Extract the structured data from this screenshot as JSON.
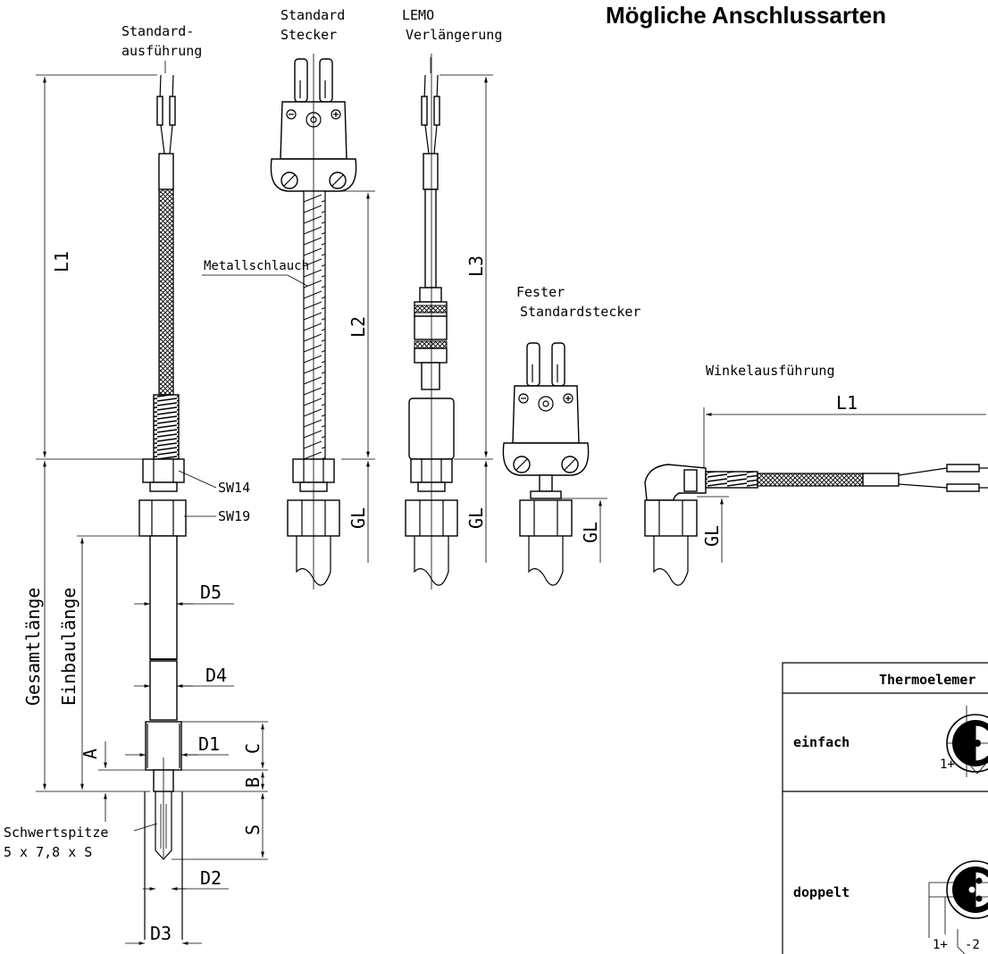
{
  "heading": "Mögliche Anschlussarten",
  "variants": {
    "standard_ausfuehrung": [
      "Standard-",
      "ausführung"
    ],
    "standard_stecker": [
      "Standard",
      "Stecker"
    ],
    "lemo": [
      "LEMO",
      "Verlängerung"
    ],
    "fester_standardstecker": [
      "Fester",
      "Standardstecker"
    ],
    "winkelausfuehrung": "Winkelausführung"
  },
  "labels": {
    "metallschlauch": "Metallschlauch",
    "schwertspitze": [
      "Schwertspitze",
      "5 x 7,8 x S"
    ]
  },
  "dimensions": {
    "L1": "L1",
    "L2": "L2",
    "L3": "L3",
    "L1_winkel": "L1",
    "GL": "GL",
    "SW14": "SW14",
    "SW19": "SW19",
    "D1": "D1",
    "D2": "D2",
    "D3": "D3",
    "D4": "D4",
    "D5": "D5",
    "A": "A",
    "B": "B",
    "C": "C",
    "S": "S",
    "gesamtlaenge": "Gesamtlänge",
    "einbaulaenge": "Einbaulänge"
  },
  "table": {
    "title": "Thermoelemer",
    "rows": [
      {
        "label": "einfach",
        "polarity": "1+"
      },
      {
        "label": "doppelt",
        "polarity": "1+",
        "polarity2": "-2"
      }
    ]
  }
}
